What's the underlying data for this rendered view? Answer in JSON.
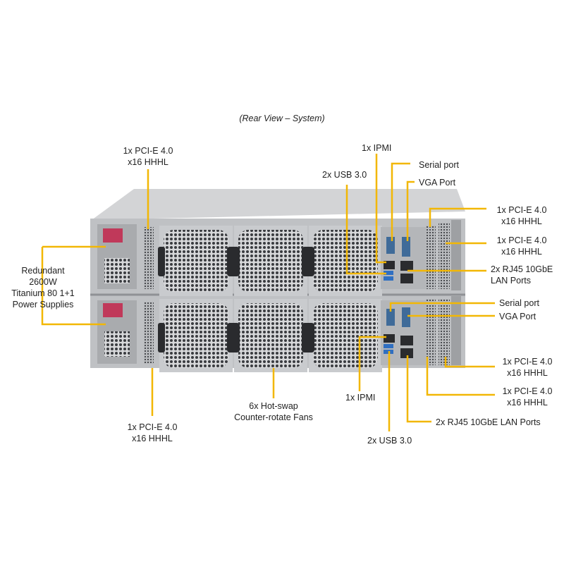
{
  "title": "(Rear View – System)",
  "callouts": {
    "pcie_top_left": [
      "1x PCI-E 4.0",
      "x16 HHHL"
    ],
    "psu": [
      "Redundant",
      "2600W",
      "Titanium 80 1+1",
      "Power Supplies"
    ],
    "pcie_bottom_left": [
      "1x PCI-E 4.0",
      "x16 HHHL"
    ],
    "fans": [
      "6x Hot-swap",
      "Counter-rotate  Fans"
    ],
    "ipmi_top": "1x IPMI",
    "usb_top": "2x USB 3.0",
    "serial_top": "Serial port",
    "vga_top": "VGA Port",
    "pcie_right_1": [
      "1x PCI-E 4.0",
      "x16 HHHL"
    ],
    "pcie_right_2": [
      "1x PCI-E 4.0",
      "x16 HHHL"
    ],
    "lan_top": [
      "2x RJ45  10GbE",
      "LAN Ports"
    ],
    "serial_bottom": "Serial port",
    "vga_bottom": "VGA Port",
    "pcie_right_3": [
      "1x PCI-E 4.0",
      "x16 HHHL"
    ],
    "pcie_right_4": [
      "1x PCI-E 4.0",
      "x16 HHHL"
    ],
    "ipmi_bottom": "1x IPMI",
    "lan_bottom": "2x RJ45  10GbE LAN Ports",
    "usb_bottom": "2x USB 3.0"
  },
  "colors": {
    "leader": "#f2b705",
    "chassis": "#bfc1c4",
    "fan_frame": "#c9cbce",
    "fan_grill": "#3a3c40",
    "port_blue": "#2f6fc2",
    "psu_handle": "#c0395a"
  }
}
